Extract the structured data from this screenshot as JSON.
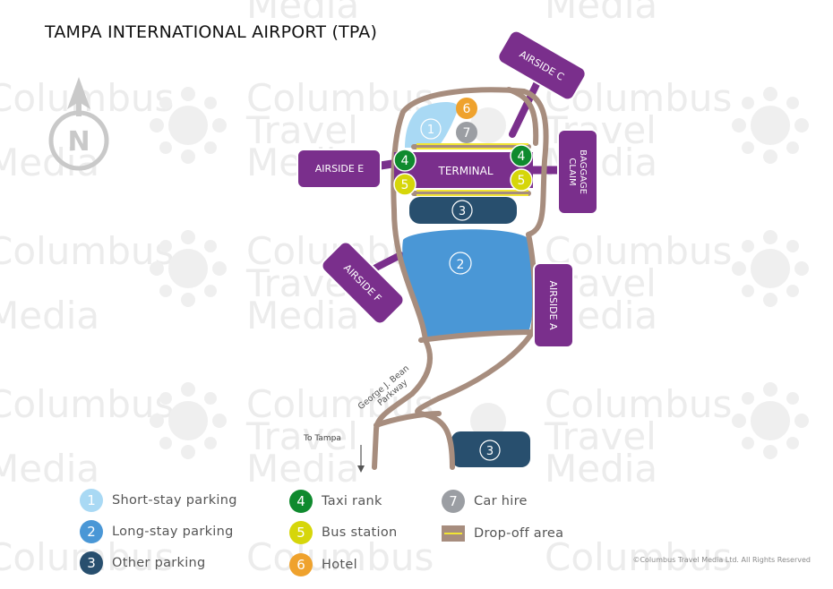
{
  "title": "TAMPA INTERNATIONAL AIRPORT  (TPA)",
  "watermark": [
    "Columbus",
    "Travel",
    "Media"
  ],
  "compass": {
    "letter": "N",
    "icon": "north-arrow-icon"
  },
  "colors": {
    "road": "#a78d7e",
    "airside": "#7a2f8c",
    "airside_border": "#ffffff",
    "terminal": "#7a2f8c",
    "short_stay": "#a9d9f4",
    "long_stay": "#4a97d6",
    "other_parking": "#284f6e",
    "taxi": "#0f8a2e",
    "bus": "#d6d60a",
    "hotel": "#efa22d",
    "car_hire": "#9b9ea3",
    "dropoff_line": "#f2e533"
  },
  "map": {
    "terminal_label": "TERMINAL",
    "airsides": {
      "c": "AIRSIDE C",
      "e": "AIRSIDE E",
      "f": "AIRSIDE F",
      "a": "AIRSIDE A",
      "baggage_line1": "BAGGAGE",
      "baggage_line2": "CLAIM"
    },
    "markers": {
      "short_stay": "1",
      "long_stay": "2",
      "other_parking": "3",
      "taxi": "4",
      "bus": "5",
      "hotel": "6",
      "car_hire": "7"
    },
    "road_name_line1": "George J. Bean",
    "road_name_line2": "Parkway",
    "to_tampa": "To Tampa"
  },
  "legend": [
    {
      "number": "1",
      "label": "Short-stay parking",
      "color": "#a9d9f4"
    },
    {
      "number": "2",
      "label": "Long-stay parking",
      "color": "#4a97d6"
    },
    {
      "number": "3",
      "label": "Other parking",
      "color": "#284f6e"
    },
    {
      "number": "4",
      "label": "Taxi rank",
      "color": "#0f8a2e"
    },
    {
      "number": "5",
      "label": "Bus station",
      "color": "#d6d60a"
    },
    {
      "number": "6",
      "label": "Hotel",
      "color": "#efa22d"
    },
    {
      "number": "7",
      "label": "Car hire",
      "color": "#9b9ea3"
    },
    {
      "number": "",
      "label": "Drop-off area",
      "color": "#a78d7e"
    }
  ],
  "copyright": "©Columbus Travel Media Ltd. All Rights Reserved"
}
